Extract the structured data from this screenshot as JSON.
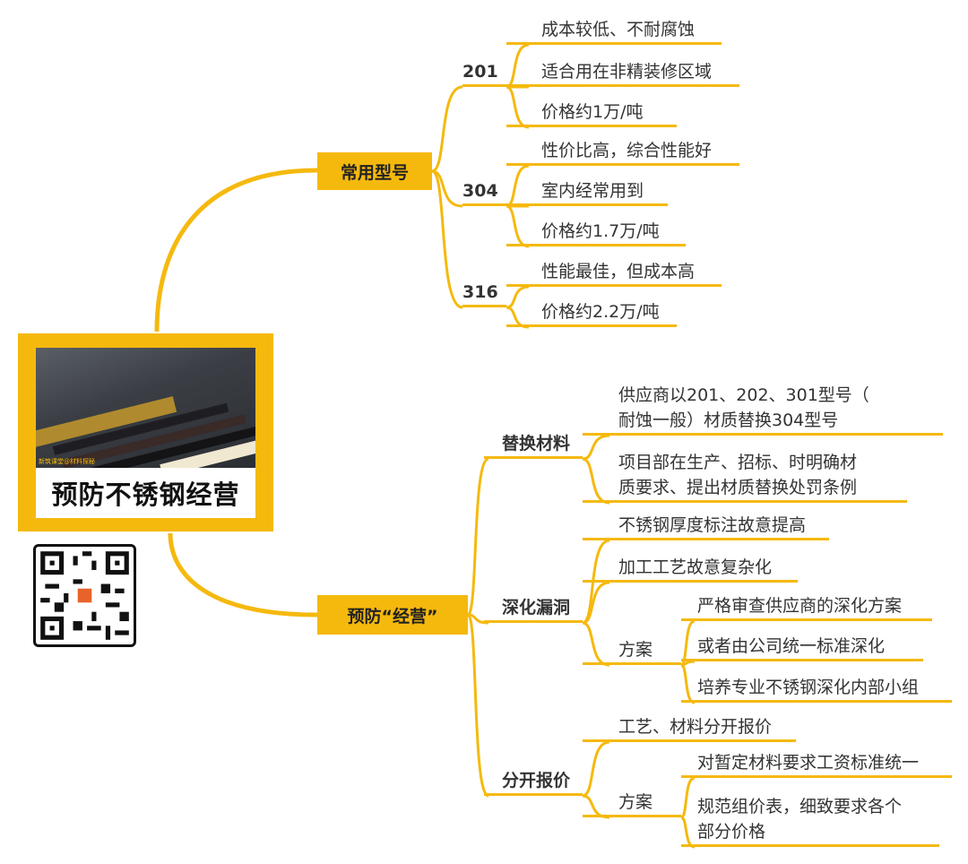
{
  "center": {
    "title": "预防不锈钢经营",
    "photo_tag": "新筑课堂@材料探秘"
  },
  "branches": {
    "models": {
      "label": "常用型号",
      "groups": [
        {
          "label": "201",
          "items": [
            "成本较低、不耐腐蚀",
            "适合用在非精装修区域",
            "价格约1万/吨"
          ]
        },
        {
          "label": "304",
          "items": [
            "性价比高，综合性能好",
            "室内经常用到",
            "价格约1.7万/吨"
          ]
        },
        {
          "label": "316",
          "items": [
            "性能最佳，但成本高",
            "价格约2.2万/吨"
          ]
        }
      ]
    },
    "prevent": {
      "label": "预防“经营”",
      "groups": [
        {
          "label": "替换材料",
          "items": [
            {
              "line1": "供应商以201、202、301型号（",
              "line2": "耐蚀一般）材质替换304型号"
            },
            {
              "line1": "项目部在生产、招标、时明确材",
              "line2": "质要求、提出材质替换处罚条例"
            }
          ]
        },
        {
          "label": "深化漏洞",
          "items": [
            "不锈钢厚度标注故意提高",
            "加工工艺故意复杂化"
          ],
          "plan": {
            "label": "方案",
            "items": [
              "严格审查供应商的深化方案",
              "或者由公司统一标准深化",
              "培养专业不锈钢深化内部小组"
            ]
          }
        },
        {
          "label": "分开报价",
          "items": [
            "工艺、材料分开报价"
          ],
          "plan": {
            "label": "方案",
            "items": [
              "对暂定材料要求工资标准统一"
            ],
            "multi": {
              "line1": "规范组价表，细致要求各个",
              "line2": "部分价格"
            }
          }
        }
      ]
    }
  },
  "colors": {
    "accent": "#F5B90E",
    "text": "#333333"
  }
}
